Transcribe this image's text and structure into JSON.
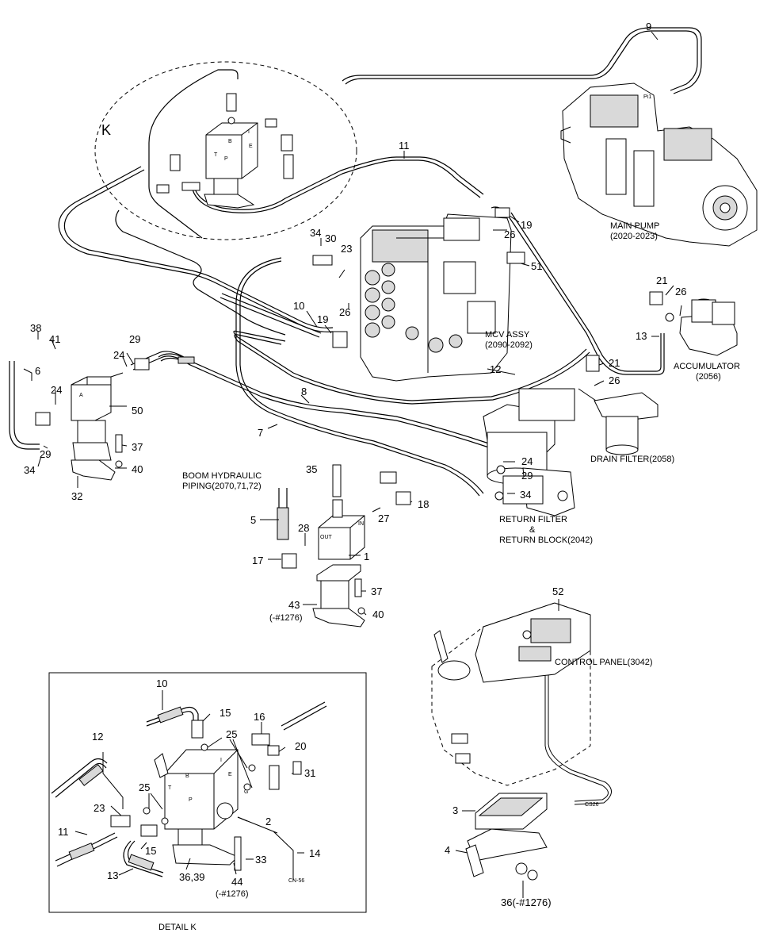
{
  "callouts": {
    "c1": "1",
    "c2": "2",
    "c3": "3",
    "c4": "4",
    "c5": "5",
    "c6": "6",
    "c7": "7",
    "c8": "8",
    "c9": "9",
    "c10": "10",
    "c11": "11",
    "c12": "12",
    "c13": "13",
    "c14": "14",
    "c15": "15",
    "c16": "16",
    "c17": "17",
    "c18": "18",
    "c19": "19",
    "c20": "20",
    "c21": "21",
    "c23": "23",
    "c24": "24",
    "c25": "25",
    "c26": "26",
    "c27": "27",
    "c28": "28",
    "c29": "29",
    "c30": "30",
    "c31": "31",
    "c32": "32",
    "c33": "33",
    "c34": "34",
    "c35": "35",
    "c36": "36",
    "c37": "37",
    "c38": "38",
    "c39": "39",
    "c40": "40",
    "c41": "41",
    "c43": "43",
    "c44": "44",
    "c50": "50",
    "c51": "51",
    "c52": "52",
    "c36_39": "36,39",
    "c36_note": "36(-#1276)",
    "c43_note": "(-#1276)",
    "c44_note": "(-#1276)",
    "k": "K"
  },
  "captions": {
    "main_pump": "MAIN PUMP",
    "main_pump_code": "(2020-2023)",
    "mcv": "MCV ASSY",
    "mcv_code": "(2090-2092)",
    "accumulator": "ACCUMULATOR",
    "accumulator_code": "(2056)",
    "drain_filter": "DRAIN FILTER(2058)",
    "boom": "BOOM HYDRAULIC",
    "boom_code": "PIPING(2070,71,72)",
    "return_filter": "RETURN FILTER",
    "amp": "&",
    "return_block": "RETURN BLOCK(2042)",
    "control_panel": "CONTROL PANEL(3042)",
    "detail_k": "DETAIL K",
    "cs26": "CS26",
    "cn56": "CN-56"
  },
  "port_letters": {
    "b": "B",
    "t": "T",
    "p": "P",
    "e": "E",
    "i": "I",
    "a": "A",
    "g": "G",
    "in": "IN",
    "out": "OUT",
    "pi": "Pi1"
  }
}
